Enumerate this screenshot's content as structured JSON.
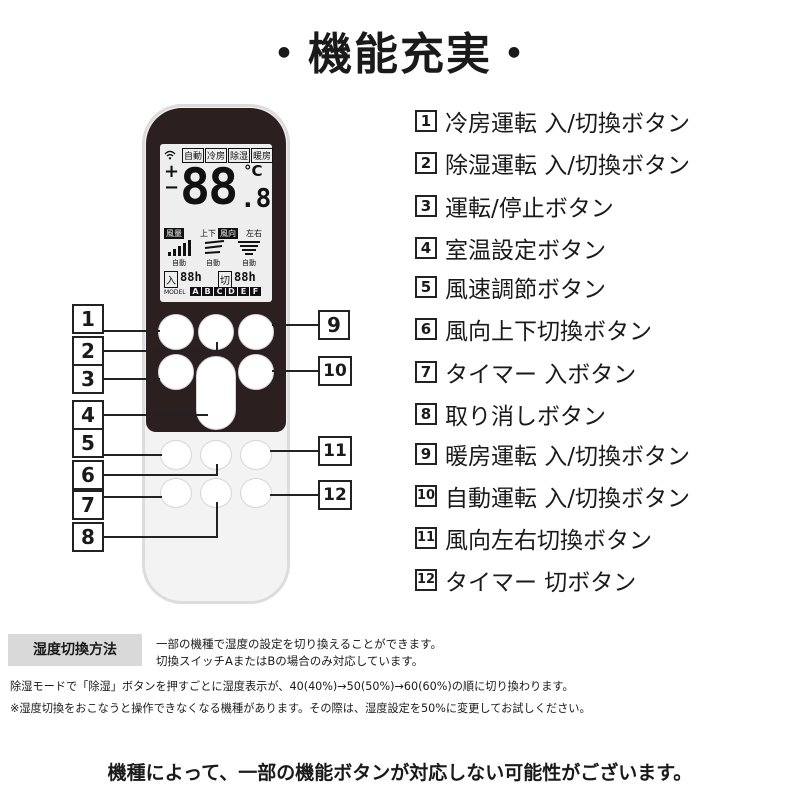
{
  "title": "・機能充実・",
  "remote": {
    "lcd": {
      "modes": [
        "自動",
        "冷房",
        "除湿",
        "暖房"
      ],
      "temp_digits": "88",
      "temp_decimal": ".8",
      "temp_unit": "°C",
      "fan_label": "風量",
      "swing_labels": [
        "上下",
        "風向",
        "左右"
      ],
      "auto_labels": [
        "自動",
        "自動",
        "自動"
      ],
      "timer_on": "入",
      "timer_on_value": "88h",
      "timer_off": "切",
      "timer_off_value": "88h",
      "model_label": "MODEL",
      "model_letters": [
        "A",
        "B",
        "C",
        "D",
        "E",
        "F"
      ]
    }
  },
  "callouts": [
    "1",
    "2",
    "3",
    "4",
    "5",
    "6",
    "7",
    "8",
    "9",
    "10",
    "11",
    "12"
  ],
  "legend": [
    {
      "num": "1",
      "text": "冷房運転 入/切換ボタン"
    },
    {
      "num": "2",
      "text": "除湿運転 入/切換ボタン"
    },
    {
      "num": "3",
      "text": "運転/停止ボタン"
    },
    {
      "num": "4",
      "text": "室温設定ボタン"
    },
    {
      "num": "5",
      "text": "風速調節ボタン"
    },
    {
      "num": "6",
      "text": "風向上下切換ボタン"
    },
    {
      "num": "7",
      "text": "タイマー 入ボタン"
    },
    {
      "num": "8",
      "text": "取り消しボタン"
    },
    {
      "num": "9",
      "text": "暖房運転 入/切換ボタン"
    },
    {
      "num": "10",
      "text": "自動運転 入/切換ボタン"
    },
    {
      "num": "11",
      "text": "風向左右切換ボタン"
    },
    {
      "num": "12",
      "text": "タイマー 切ボタン"
    }
  ],
  "humidity": {
    "label": "湿度切換方法",
    "line1": "一部の機種で湿度の設定を切り換えることができます。",
    "line2": "切換スイッチAまたはBの場合のみ対応しています。",
    "line3": "除湿モードで「除湿」ボタンを押すごとに湿度表示が、40(40%)→50(50%)→60(60%)の順に切り換わります。",
    "line4": "※湿度切換をおこなうと操作できなくなる機種があります。その際は、湿度設定を50%に変更してお試しください。"
  },
  "footer": "機種によって、一部の機能ボタンが対応しない可能性がございます。"
}
